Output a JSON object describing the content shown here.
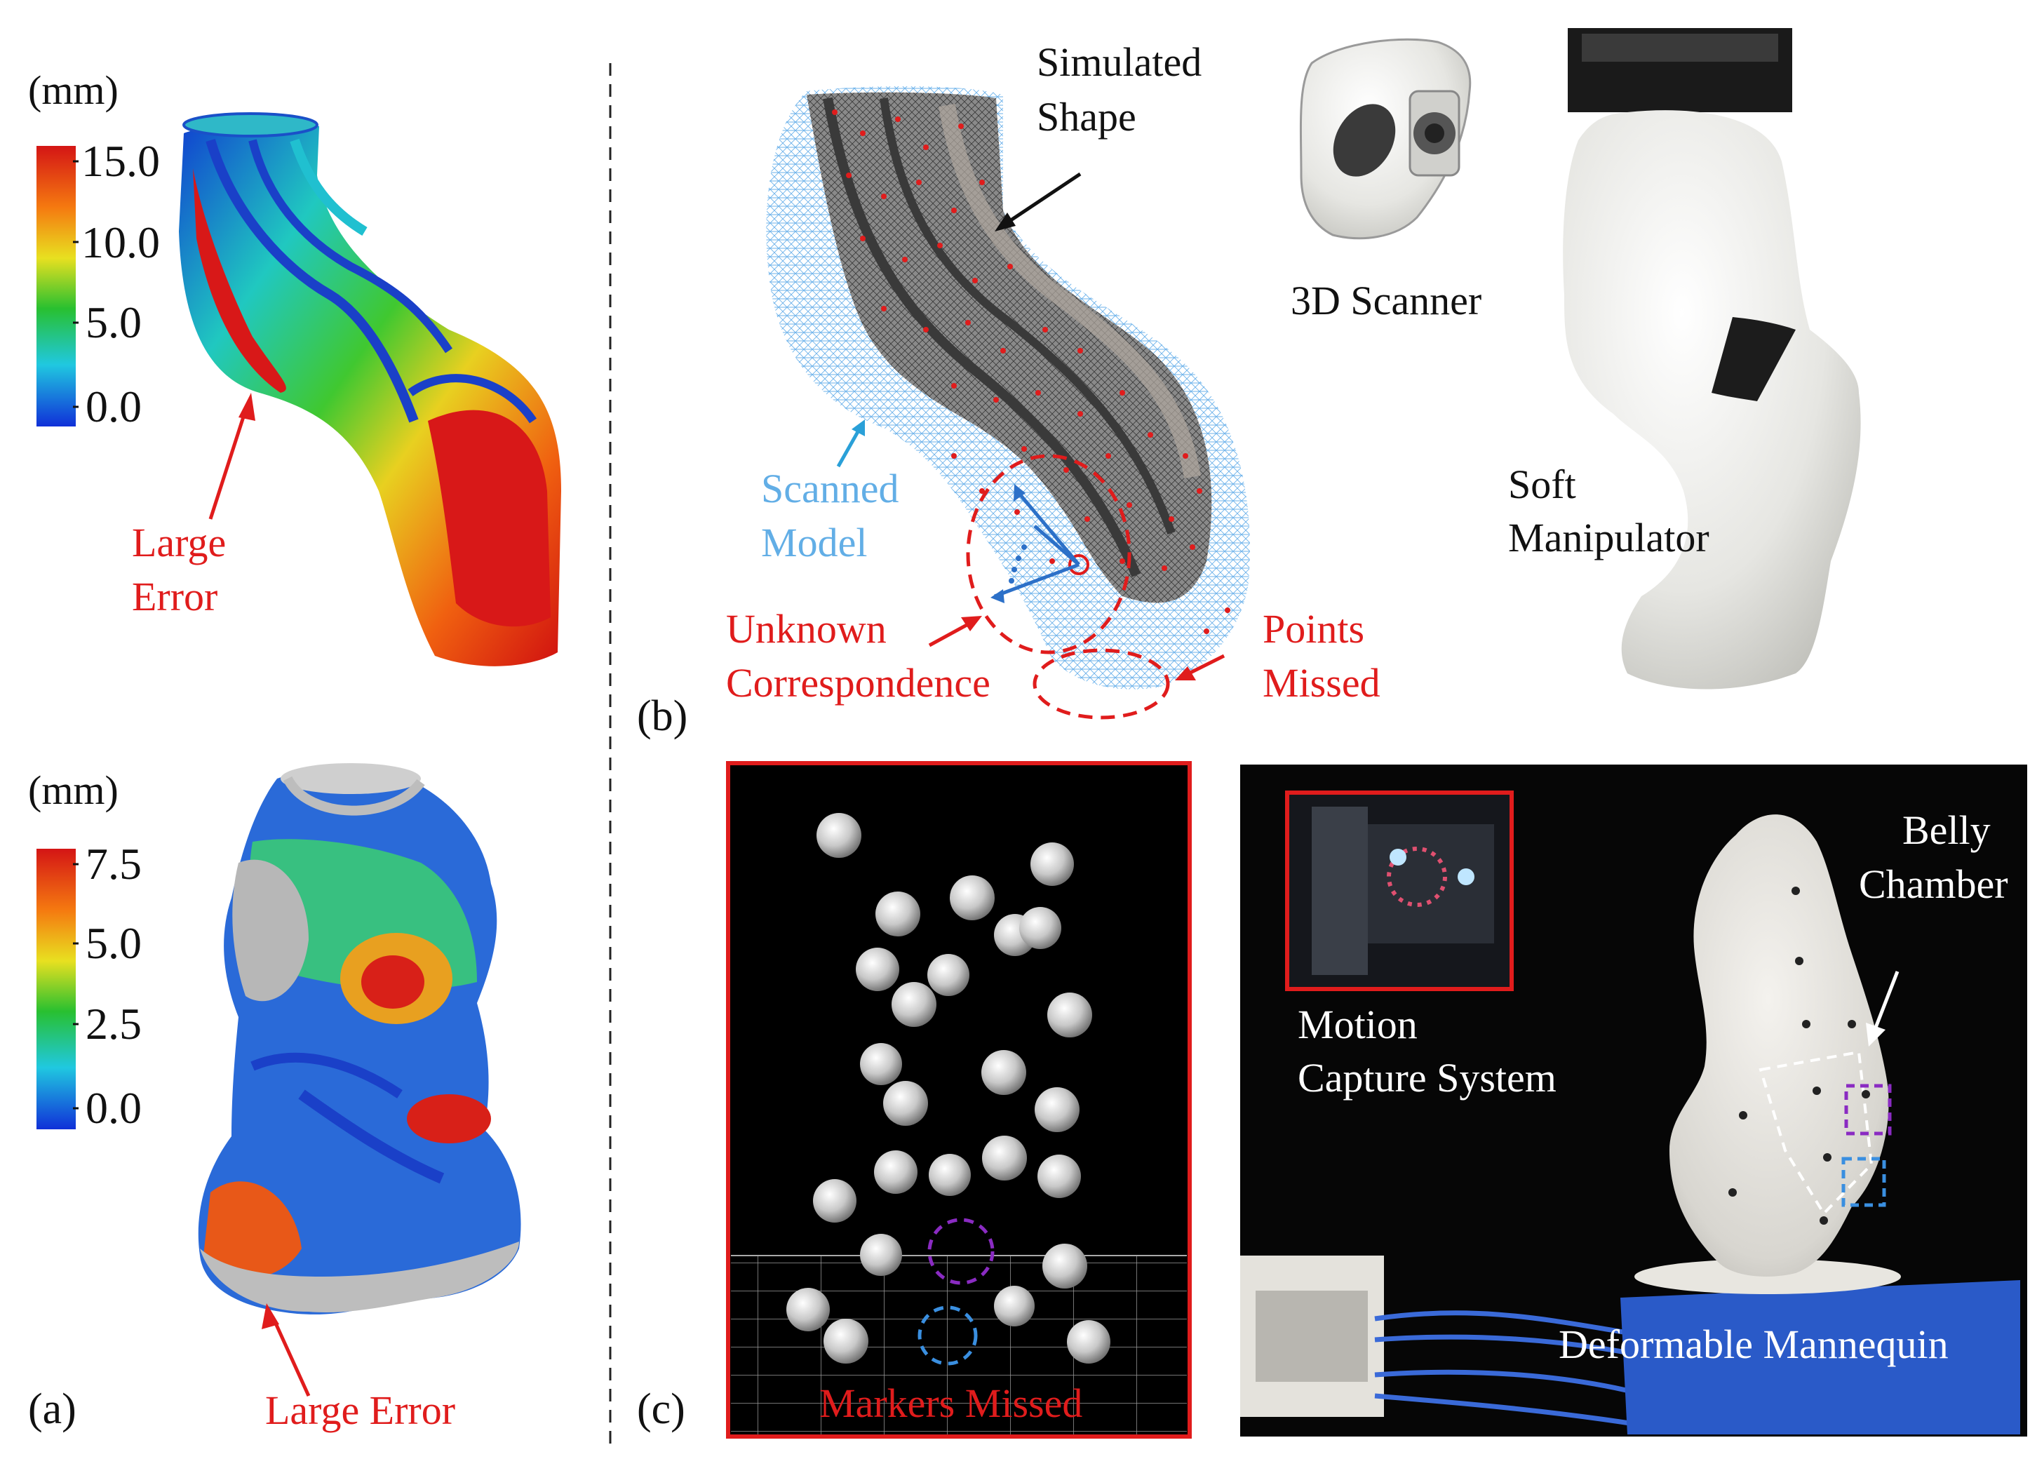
{
  "panel_a": {
    "top_colorbar": {
      "unit": "(mm)",
      "ticks": [
        "15.0",
        "10.0",
        "5.0",
        "0.0"
      ]
    },
    "top_annotation": {
      "line1": "Large",
      "line2": "Error"
    },
    "bottom_colorbar": {
      "unit": "(mm)",
      "ticks": [
        "7.5",
        "5.0",
        "2.5",
        "0.0"
      ]
    },
    "bottom_annotation": "Large Error",
    "label": "(a)"
  },
  "panel_b": {
    "simulated": {
      "line1": "Simulated",
      "line2": "Shape"
    },
    "scanned": {
      "line1": "Scanned",
      "line2": "Model"
    },
    "unknown": {
      "line1": "Unknown",
      "line2": "Correspondence"
    },
    "missed": {
      "line1": "Points",
      "line2": "Missed"
    },
    "scanner": "3D Scanner",
    "manipulator": {
      "line1": "Soft",
      "line2": "Manipulator"
    },
    "label": "(b)"
  },
  "panel_c": {
    "markers_missed": "Markers Missed",
    "motion": {
      "line1": "Motion",
      "line2": "Capture System"
    },
    "belly": {
      "line1": "Belly",
      "line2": "Chamber"
    },
    "mannequin": "Deformable Mannequin",
    "label": "(c)"
  },
  "colors": {
    "annotation_red": "#e01c1c",
    "scanned_blue": "#62aee6",
    "purple_marker": "#8a2bc2",
    "blue_marker": "#3a8fe0"
  }
}
